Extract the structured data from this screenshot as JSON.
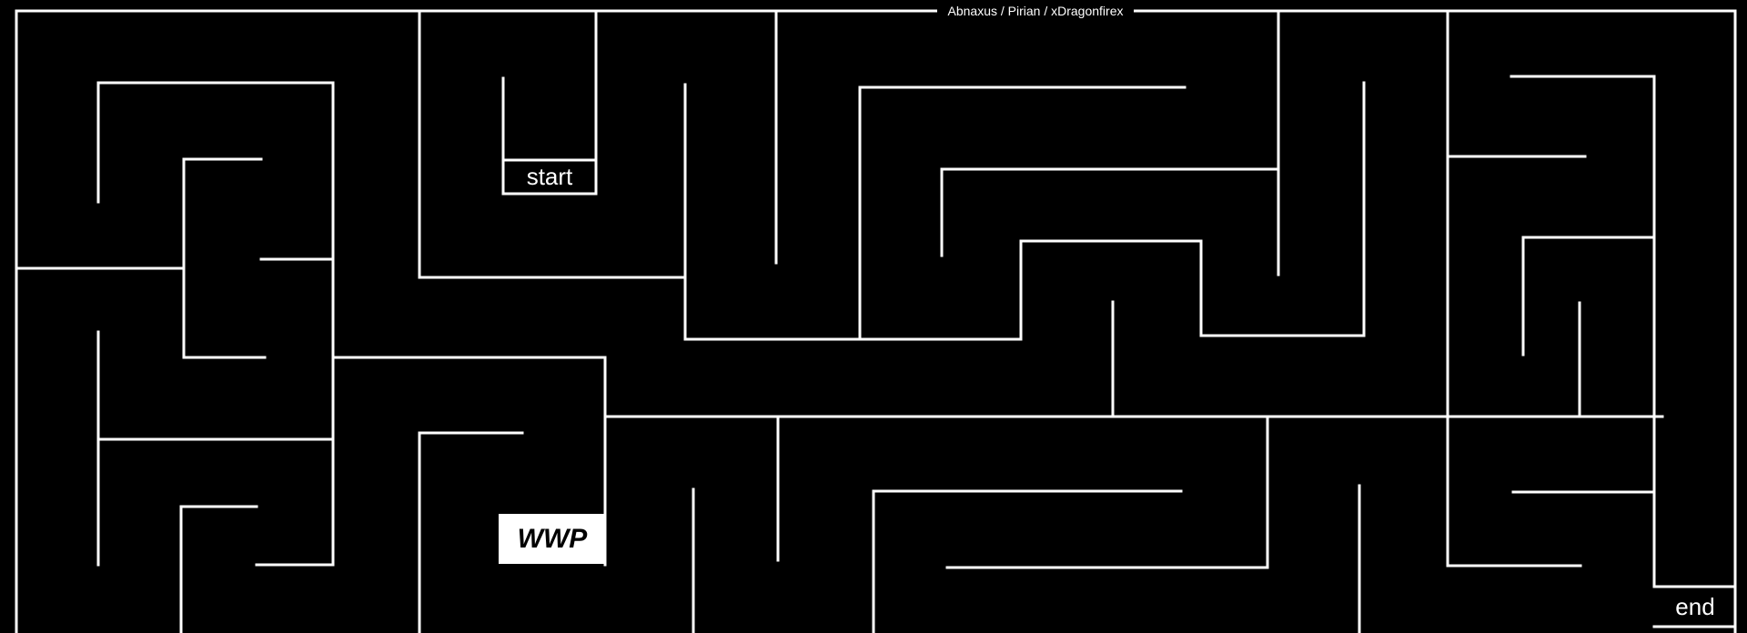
{
  "game": {
    "type": "maze",
    "credits": "Abnaxus / Pirian / xDragonfirex",
    "start_label": "start",
    "end_label": "end",
    "logo_text": "WWP"
  },
  "colors": {
    "background": "#000000",
    "walls": "#ffffff"
  }
}
